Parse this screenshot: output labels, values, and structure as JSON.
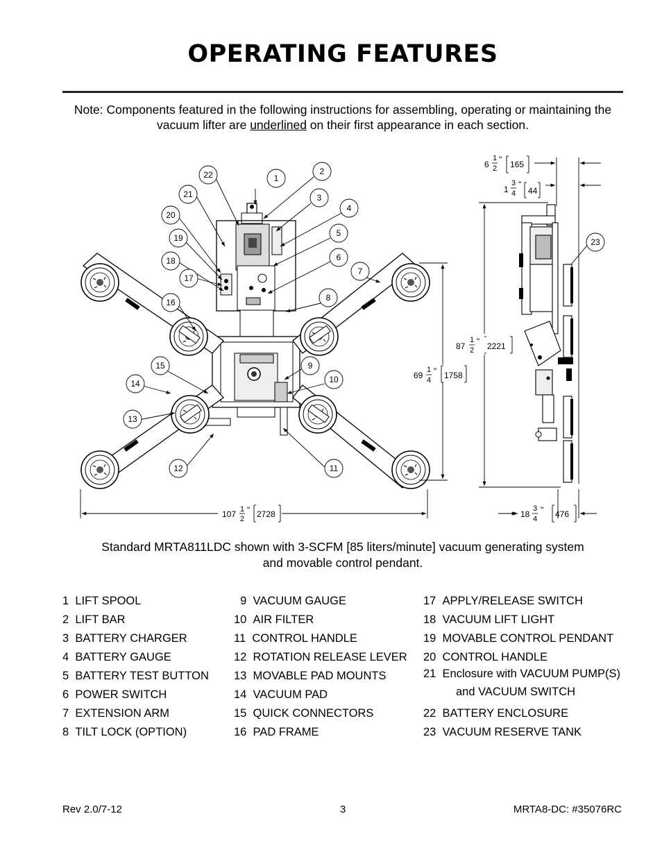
{
  "page": {
    "title": "OPERATING FEATURES",
    "note_part1": "Note:  Components featured in the following instructions for assembling, operating or maintaining the vacuum lifter are ",
    "note_underlined": "underlined",
    "note_part2": " on their first appearance in each section.",
    "caption_line1": "Standard MRTA811LDC shown with 3-SCFM [85 liters/minute] vacuum generating system",
    "caption_line2": "and movable control pendant."
  },
  "diagram": {
    "callouts": [
      "1",
      "2",
      "3",
      "4",
      "5",
      "6",
      "7",
      "8",
      "9",
      "10",
      "11",
      "12",
      "13",
      "14",
      "15",
      "16",
      "17",
      "18",
      "19",
      "20",
      "21",
      "22",
      "23"
    ],
    "dimensions": {
      "width_total": {
        "whole": "107",
        "frac_num": "1",
        "frac_den": "2",
        "mark": "\"",
        "metric": "2728"
      },
      "height_inner": {
        "whole": "69",
        "frac_num": "1",
        "frac_den": "4",
        "mark": "\"",
        "metric": "1758"
      },
      "height_total": {
        "whole": "87",
        "frac_num": "1",
        "frac_den": "2",
        "mark": "\"",
        "metric": "2221"
      },
      "depth_top": {
        "whole": "6",
        "frac_num": "1",
        "frac_den": "2",
        "mark": "\"",
        "metric": "165"
      },
      "depth_pad": {
        "whole": "1",
        "frac_num": "3",
        "frac_den": "4",
        "mark": "\"",
        "metric": "44"
      },
      "depth_bottom": {
        "whole": "18",
        "frac_num": "3",
        "frac_den": "4",
        "mark": "\"",
        "metric": "476"
      }
    }
  },
  "legend": {
    "col1": [
      {
        "num": "1",
        "label": "LIFT SPOOL"
      },
      {
        "num": "2",
        "label": "LIFT BAR"
      },
      {
        "num": "3",
        "label": "BATTERY CHARGER"
      },
      {
        "num": "4",
        "label": "BATTERY GAUGE"
      },
      {
        "num": "5",
        "label": "BATTERY TEST BUTTON"
      },
      {
        "num": "6",
        "label": "POWER SWITCH"
      },
      {
        "num": "7",
        "label": "EXTENSION ARM"
      },
      {
        "num": "8",
        "label": "TILT LOCK (OPTION)"
      }
    ],
    "col2": [
      {
        "num": "9",
        "label": "VACUUM GAUGE"
      },
      {
        "num": "10",
        "label": "AIR FILTER"
      },
      {
        "num": "11",
        "label": "CONTROL HANDLE"
      },
      {
        "num": "12",
        "label": "ROTATION RELEASE LEVER"
      },
      {
        "num": "13",
        "label": "MOVABLE PAD MOUNTS"
      },
      {
        "num": "14",
        "label": "VACUUM PAD"
      },
      {
        "num": "15",
        "label": "QUICK CONNECTORS"
      },
      {
        "num": "16",
        "label": "PAD FRAME"
      }
    ],
    "col3": [
      {
        "num": "17",
        "label": "APPLY/RELEASE SWITCH"
      },
      {
        "num": "18",
        "label": "VACUUM LIFT LIGHT"
      },
      {
        "num": "19",
        "label": "MOVABLE CONTROL PENDANT"
      },
      {
        "num": "20",
        "label": "CONTROL HANDLE"
      },
      {
        "num": "21",
        "label": "Enclosure with VACUUM PUMP(S)"
      },
      {
        "num": "",
        "label": "and VACUUM SWITCH"
      },
      {
        "num": "22",
        "label": "BATTERY ENCLOSURE"
      },
      {
        "num": "23",
        "label": "VACUUM RESERVE TANK"
      }
    ]
  },
  "footer": {
    "left": "Rev 2.0/7-12",
    "center": "3",
    "right": "MRTA8-DC: #35076RC"
  }
}
